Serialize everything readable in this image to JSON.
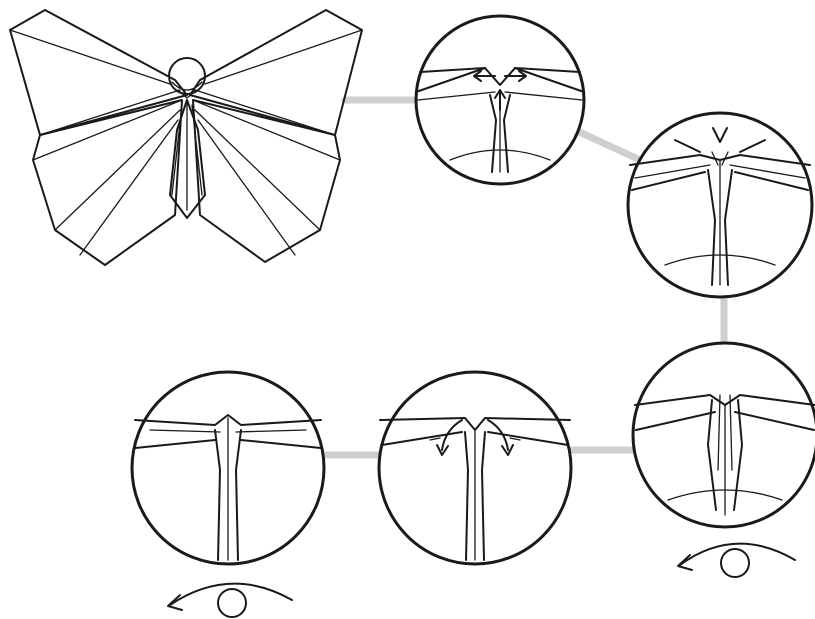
{
  "colors": {
    "line": "#1a1a1a",
    "connector": "#cfcfcf",
    "background": "#ffffff"
  },
  "steps": [
    {
      "id": "butterfly-overview",
      "kind": "full-model"
    },
    {
      "id": "detail-1",
      "kind": "magnified-circle",
      "arrows": "spread-outward"
    },
    {
      "id": "detail-2",
      "kind": "magnified-circle",
      "arrows": "squash-inward"
    },
    {
      "id": "detail-3",
      "kind": "magnified-circle",
      "arrows": "none"
    },
    {
      "id": "detail-4",
      "kind": "magnified-circle",
      "arrows": "fold-down"
    },
    {
      "id": "detail-5",
      "kind": "magnified-circle",
      "arrows": "none"
    }
  ],
  "symbols": [
    "turn-over-symbol",
    "turn-over-symbol"
  ]
}
